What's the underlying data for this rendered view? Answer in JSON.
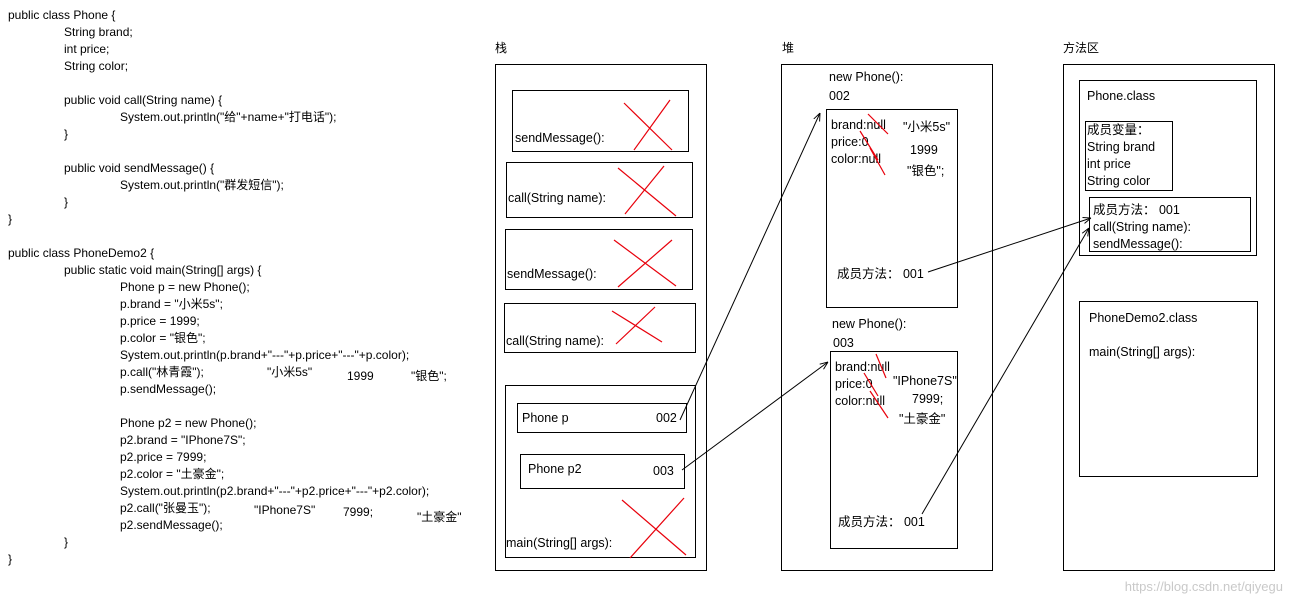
{
  "code": [
    {
      "t": "public class Phone {",
      "i": 0
    },
    {
      "t": "String brand;",
      "i": 1
    },
    {
      "t": "int price;",
      "i": 1
    },
    {
      "t": "String color;",
      "i": 1
    },
    {
      "t": "",
      "i": 0
    },
    {
      "t": "public void call(String name) {",
      "i": 1
    },
    {
      "t": "System.out.println(\"给\"+name+\"打电话\");",
      "i": 2
    },
    {
      "t": "}",
      "i": 1
    },
    {
      "t": "",
      "i": 0
    },
    {
      "t": "public void sendMessage() {",
      "i": 1
    },
    {
      "t": "System.out.println(\"群发短信\");",
      "i": 2
    },
    {
      "t": "}",
      "i": 1
    },
    {
      "t": "}",
      "i": 0
    },
    {
      "t": "",
      "i": 0
    },
    {
      "t": "public class PhoneDemo2 {",
      "i": 0
    },
    {
      "t": "public static void main(String[] args) {",
      "i": 1
    },
    {
      "t": "Phone p = new Phone();",
      "i": 2
    },
    {
      "t": "p.brand = \"小米5s\";",
      "i": 2
    },
    {
      "t": "p.price = 1999;",
      "i": 2
    },
    {
      "t": "p.color = \"银色\";",
      "i": 2
    },
    {
      "t": "System.out.println(p.brand+\"---\"+p.price+\"---\"+p.color);",
      "i": 2
    },
    {
      "t": "p.call(\"林青霞\");",
      "i": 2
    },
    {
      "t": "p.sendMessage();",
      "i": 2
    },
    {
      "t": "",
      "i": 0
    },
    {
      "t": "Phone p2 = new Phone();",
      "i": 2
    },
    {
      "t": "p2.brand = \"IPhone7S\";",
      "i": 2
    },
    {
      "t": "p2.price = 7999;",
      "i": 2
    },
    {
      "t": "p2.color = \"土豪金\";",
      "i": 2
    },
    {
      "t": "System.out.println(p2.brand+\"---\"+p2.price+\"---\"+p2.color);",
      "i": 2
    },
    {
      "t": "p2.call(\"张曼玉\");",
      "i": 2
    },
    {
      "t": "p2.sendMessage();",
      "i": 2
    },
    {
      "t": "}",
      "i": 1
    },
    {
      "t": "}",
      "i": 0
    }
  ],
  "code_annotations": {
    "p_brand": "\"小米5s\"",
    "p_price": "1999",
    "p_color": "\"银色\";",
    "p2_brand": "\"IPhone7S\"",
    "p2_price": "7999;",
    "p2_color": "\"土豪金\""
  },
  "regions": {
    "stack": "栈",
    "heap": "堆",
    "method_area": "方法区"
  },
  "stack": {
    "frames": [
      "sendMessage():",
      "call(String name):",
      "sendMessage():",
      "call(String name):"
    ],
    "main_label": "main(String[] args):",
    "var_p": {
      "name": "Phone p",
      "addr": "002"
    },
    "var_p2": {
      "name": "Phone p2",
      "addr": "003"
    }
  },
  "heap": {
    "obj1": {
      "header": "new Phone():",
      "addr": "002",
      "fields": [
        "brand:null",
        "price:0",
        "color:null"
      ],
      "values": [
        "\"小米5s\"",
        "1999",
        "\"银色\";"
      ],
      "method": "成员方法： 001"
    },
    "obj2": {
      "header": "new Phone():",
      "addr": "003",
      "fields": [
        "brand:null",
        "price:0",
        "color:null"
      ],
      "values": [
        "\"IPhone7S\"",
        "7999;",
        "\"土豪金\""
      ],
      "method": "成员方法： 001"
    }
  },
  "method_area": {
    "phone_class": {
      "title": "Phone.class",
      "members": [
        "成员变量：",
        "String brand",
        "int price",
        "String color"
      ],
      "methods": [
        "成员方法： 001",
        "call(String name):",
        "sendMessage():"
      ]
    },
    "demo_class": {
      "title": "PhoneDemo2.class",
      "method": "main(String[] args):"
    }
  },
  "watermark": "https://blog.csdn.net/qiyegu",
  "colors": {
    "cross": "#e8000b",
    "line": "#000000",
    "watermark": "#c9c9c9"
  }
}
